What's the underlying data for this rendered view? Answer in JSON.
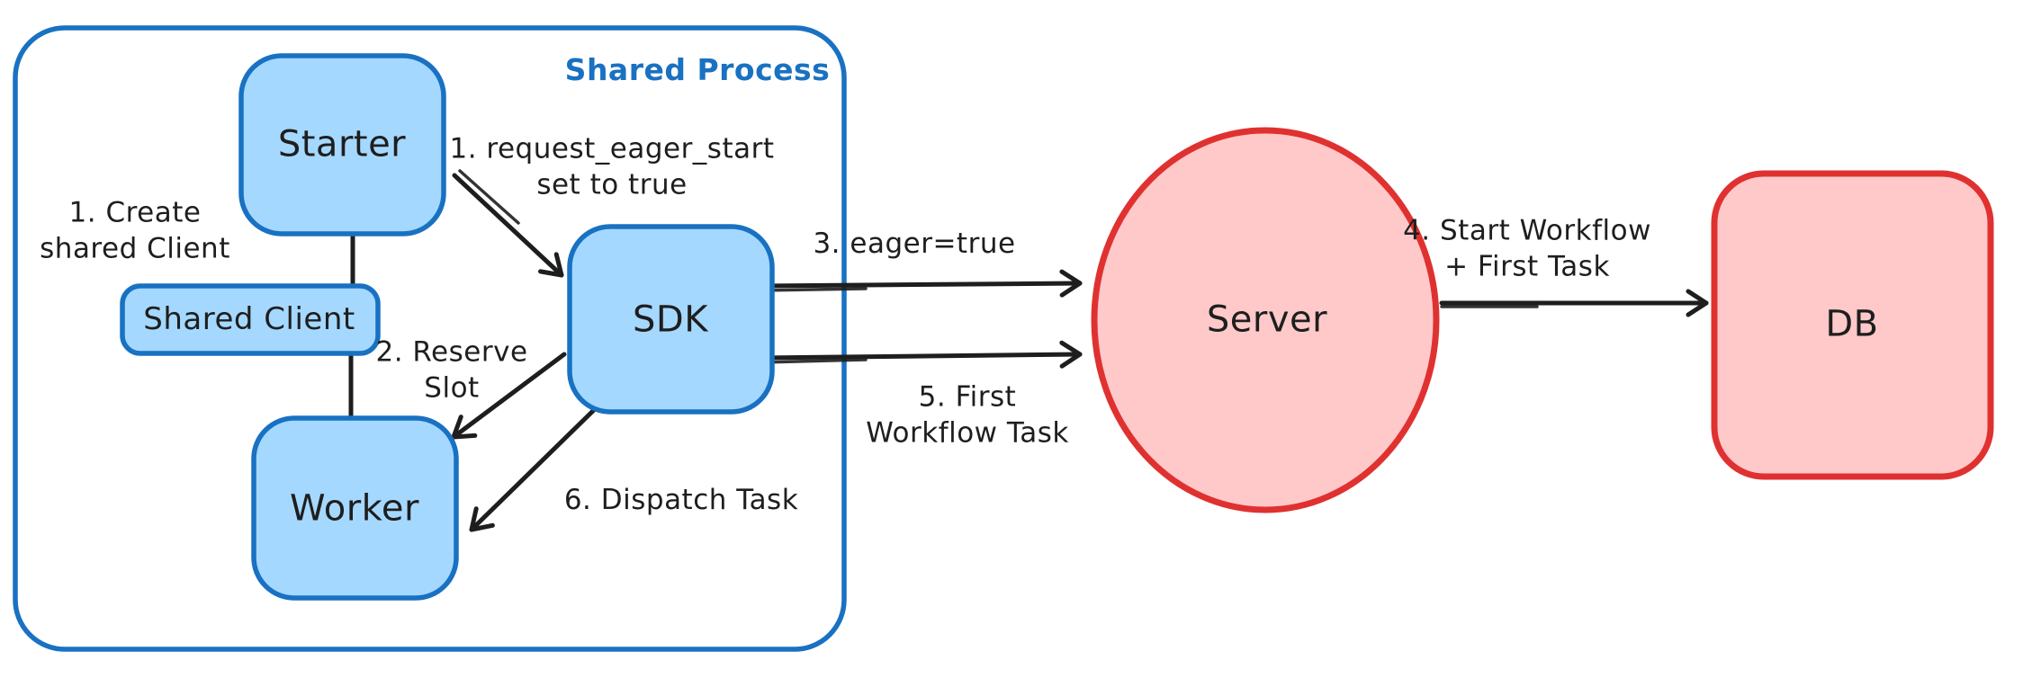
{
  "container": {
    "label": "Shared Process"
  },
  "nodes": {
    "starter": {
      "label": "Starter"
    },
    "shared_client": {
      "label": "Shared Client"
    },
    "worker": {
      "label": "Worker"
    },
    "sdk": {
      "label": "SDK"
    },
    "server": {
      "label": "Server"
    },
    "db": {
      "label": "DB"
    }
  },
  "annotations": {
    "create_shared_client": "1. Create\nshared Client",
    "request_eager_start": "1. request_eager_start\nset to true",
    "reserve_slot": "2. Reserve\nSlot",
    "eager_true": "3. eager=true",
    "start_workflow": "4. Start Workflow\n+ First Task",
    "first_workflow_task": "5. First\nWorkflow Task",
    "dispatch_task": "6. Dispatch Task"
  },
  "colors": {
    "blue_stroke": "#1971c2",
    "blue_fill": "#a5d8ff",
    "red_stroke": "#e03131",
    "red_fill": "#ffc9c9",
    "ink": "#1e1e1e",
    "background": "#ffffff"
  }
}
